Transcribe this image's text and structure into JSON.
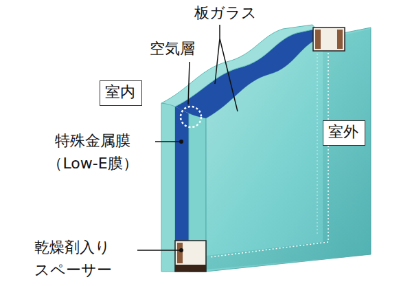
{
  "diagram": {
    "nodes": [
      {
        "text": [
          "室内"
        ]
      },
      {
        "text": [
          "室外"
        ]
      }
    ],
    "labels": [
      "板ガラス",
      "空気層",
      "特殊金属膜 （Low-E膜）",
      "乾燥剤入り スペーサー"
    ]
  }
}
